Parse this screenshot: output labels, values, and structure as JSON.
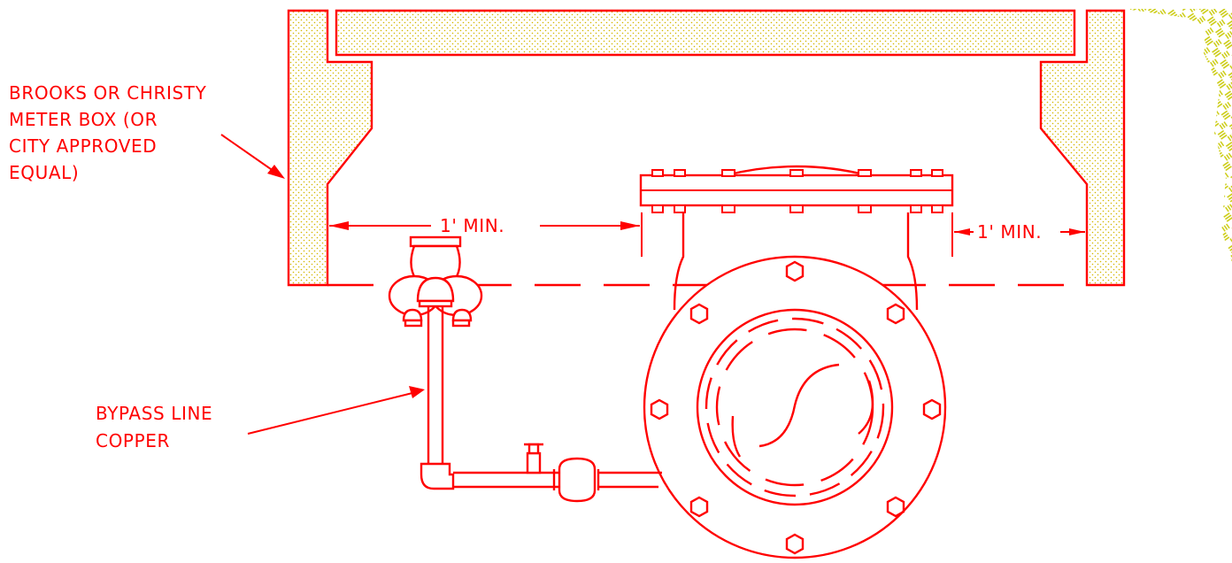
{
  "title": "",
  "labels": {
    "meter_box": [
      "BROOKS OR CHRISTY",
      "METER BOX (OR",
      "CITY APPROVED",
      "EQUAL)"
    ],
    "bypass": [
      "BYPASS LINE",
      "COPPER"
    ],
    "min_left": "1' MIN.",
    "min_right": "1' MIN."
  },
  "colors": {
    "line": "#ff0000",
    "concrete_dots": "#d4b800",
    "earth_hatch": "#c8c800",
    "background": "#ffffff"
  }
}
